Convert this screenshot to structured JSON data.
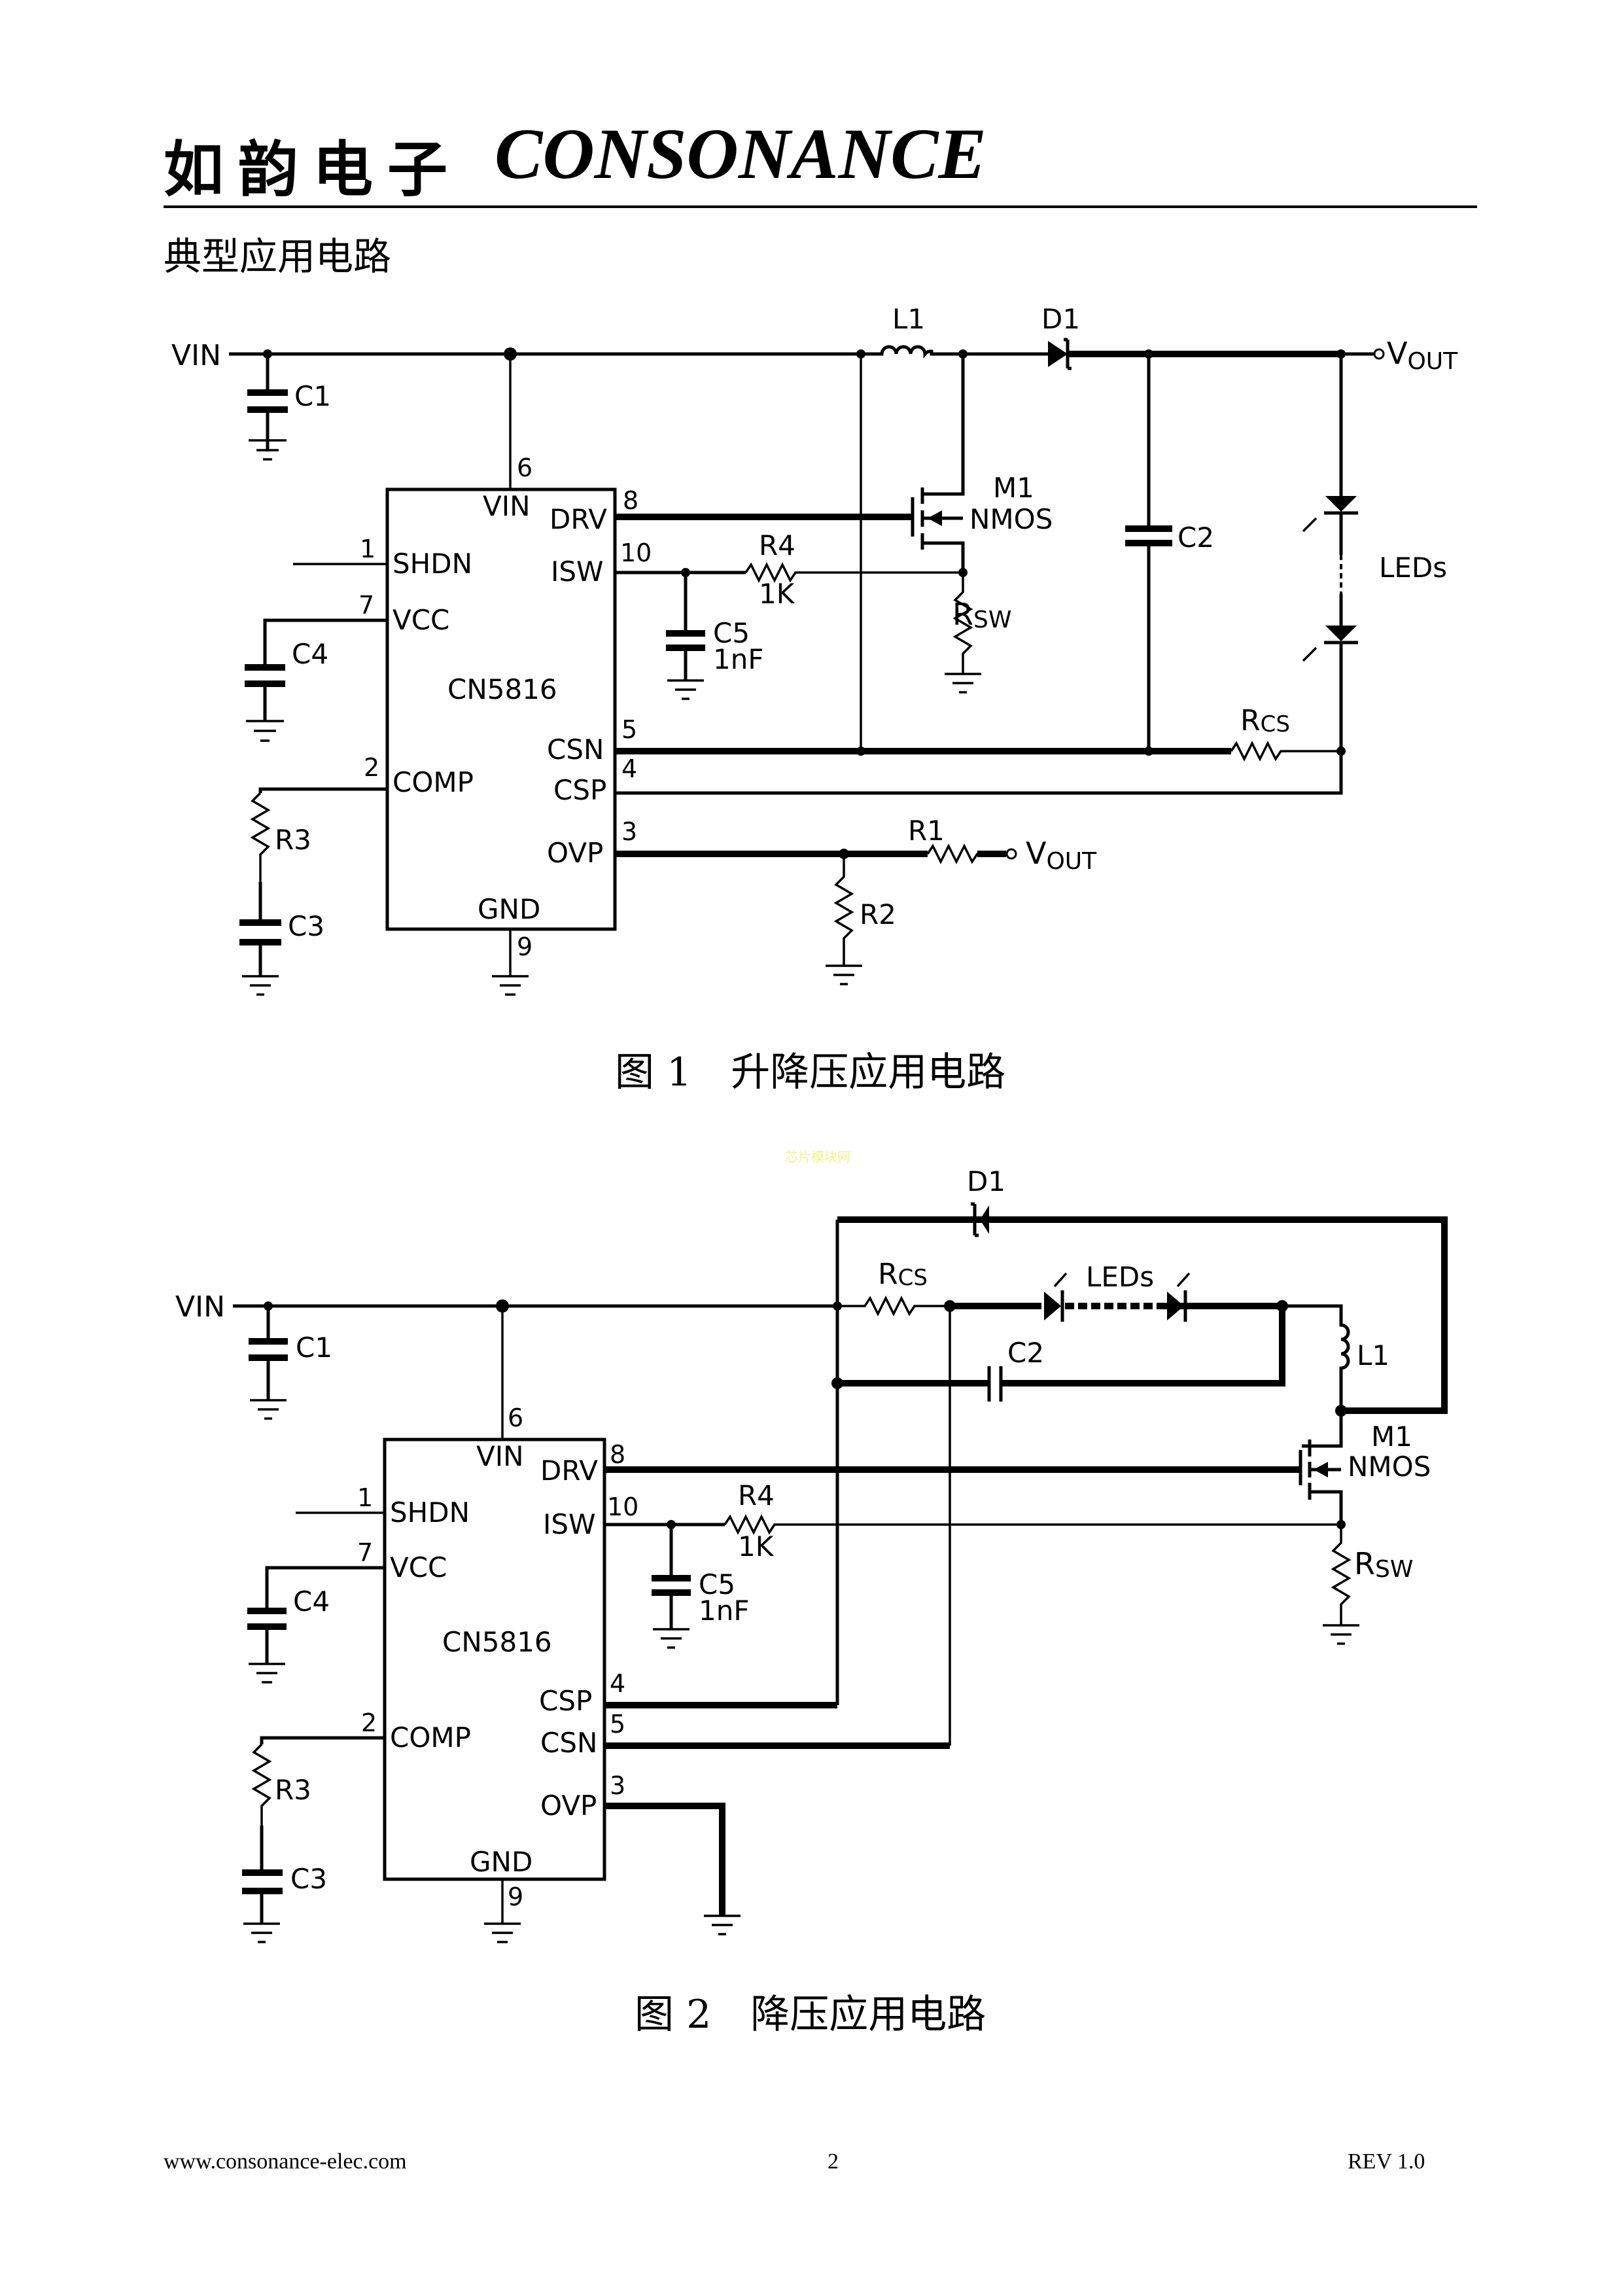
{
  "header": {
    "company_cn": "如韵电子",
    "company_en": "CONSONANCE"
  },
  "section_title": "典型应用电路",
  "figure1": {
    "caption": "图 1　升降压应用电路",
    "ic": {
      "name": "CN5816",
      "pins": {
        "vin": {
          "num": "6",
          "label": "VIN"
        },
        "drv": {
          "num": "8",
          "label": "DRV"
        },
        "shdn": {
          "num": "1",
          "label": "SHDN"
        },
        "isw": {
          "num": "10",
          "label": "ISW"
        },
        "vcc": {
          "num": "7",
          "label": "VCC"
        },
        "csn": {
          "num": "5",
          "label": "CSN"
        },
        "csp": {
          "num": "4",
          "label": "CSP"
        },
        "comp": {
          "num": "2",
          "label": "COMP"
        },
        "ovp": {
          "num": "3",
          "label": "OVP"
        },
        "gnd": {
          "num": "9",
          "label": "GND"
        }
      }
    },
    "labels": {
      "vin": "VIN",
      "c1": "C1",
      "c4": "C4",
      "c3": "C3",
      "r3": "R3",
      "r4": "R4",
      "r4_val": "1K",
      "c5": "C5",
      "c5_val": "1nF",
      "l1": "L1",
      "d1": "D1",
      "vout_main": "V",
      "vout_sub": "OUT",
      "m1": "M1",
      "nmos": "NMOS",
      "rsw_main": "R",
      "rsw_sub": "SW",
      "c2": "C2",
      "leds": "LEDs",
      "rcs_main": "R",
      "rcs_sub": "CS",
      "r1": "R1",
      "r2": "R2"
    }
  },
  "figure2": {
    "caption": "图 2　降压应用电路",
    "ic": {
      "name": "CN5816",
      "pins": {
        "vin": {
          "num": "6",
          "label": "VIN"
        },
        "drv": {
          "num": "8",
          "label": "DRV"
        },
        "shdn": {
          "num": "1",
          "label": "SHDN"
        },
        "isw": {
          "num": "10",
          "label": "ISW"
        },
        "vcc": {
          "num": "7",
          "label": "VCC"
        },
        "csp": {
          "num": "4",
          "label": "CSP"
        },
        "csn": {
          "num": "5",
          "label": "CSN"
        },
        "comp": {
          "num": "2",
          "label": "COMP"
        },
        "ovp": {
          "num": "3",
          "label": "OVP"
        },
        "gnd": {
          "num": "9",
          "label": "GND"
        }
      }
    },
    "labels": {
      "vin": "VIN",
      "c1": "C1",
      "c4": "C4",
      "c3": "C3",
      "r3": "R3",
      "r4": "R4",
      "r4_val": "1K",
      "c5": "C5",
      "c5_val": "1nF",
      "d1": "D1",
      "rcs_main": "R",
      "rcs_sub": "CS",
      "leds": "LEDs",
      "c2": "C2",
      "l1": "L1",
      "m1": "M1",
      "nmos": "NMOS",
      "rsw_main": "R",
      "rsw_sub": "SW"
    }
  },
  "watermark": "芯片模块网",
  "footer": {
    "url": "www.consonance-elec.com",
    "page": "2",
    "rev": "REV 1.0"
  }
}
